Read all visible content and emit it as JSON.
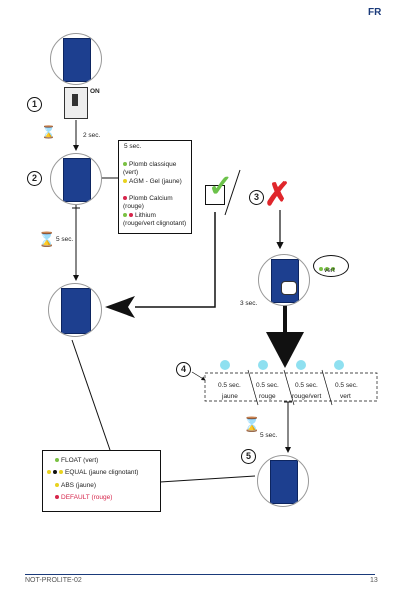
{
  "header": {
    "lang": "FR"
  },
  "steps": {
    "s1": "1",
    "s2": "2",
    "s3": "3",
    "s4": "4",
    "s5": "5"
  },
  "switch": {
    "on_label": "ON"
  },
  "timers": {
    "t1": "2 sec.",
    "t2": "5 sec.",
    "t3": "3 sec.",
    "t4": "5 sec."
  },
  "mode_box": {
    "duration": "5 sec.",
    "items": [
      {
        "label": "Plomb classique (vert)",
        "color": "#7ac143"
      },
      {
        "label": "AGM - Gel (jaune)",
        "color": "#e8d21f"
      },
      {
        "label": "Plomb Calcium (rouge)",
        "color": "#d6254b"
      },
      {
        "label": "Lithium (rouge/vert clignotant)",
        "color": "#7ac143"
      }
    ]
  },
  "bubble": {
    "label": "vert"
  },
  "row4": [
    {
      "time": "0.5 sec.",
      "label": "jaune"
    },
    {
      "time": "0.5 sec.",
      "label": "rouge"
    },
    {
      "time": "0.5 sec.",
      "label": "rouge/vert"
    },
    {
      "time": "0.5 sec.",
      "label": "vert"
    }
  ],
  "float_box": {
    "items": [
      {
        "label": "FLOAT  (vert)",
        "color": "#7ac143"
      },
      {
        "label": "EQUAL  (jaune clignotant)",
        "color": "#e8d21f"
      },
      {
        "label": "ABS  (jaune)",
        "color": "#e8d21f"
      },
      {
        "label": "DEFAULT  (rouge)",
        "color": "#d6254b"
      }
    ]
  },
  "footer": {
    "doc": "NOT-PROLITE-02",
    "page": "13"
  },
  "colors": {
    "accent": "#1a3a7a",
    "device": "#1d3f8f",
    "check": "#6cc24a",
    "cross": "#e0262b"
  }
}
